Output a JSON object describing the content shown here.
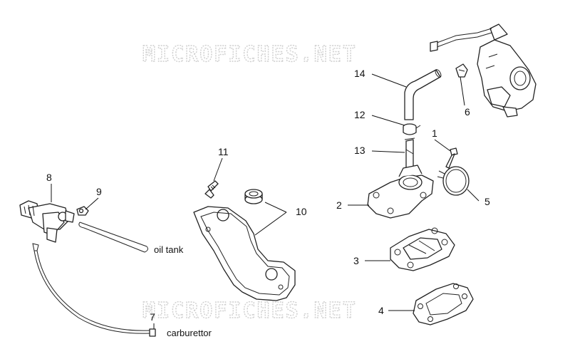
{
  "watermark_text": "MICROFICHES.NET",
  "labels": {
    "oil_tank": "oil tank",
    "carburettor": "carburettor"
  },
  "callouts": {
    "c1": "1",
    "c2": "2",
    "c3": "3",
    "c4": "4",
    "c5": "5",
    "c6": "6",
    "c7": "7",
    "c8": "8",
    "c9": "9",
    "c10": "10",
    "c11": "11",
    "c12": "12",
    "c13": "13",
    "c14": "14"
  }
}
